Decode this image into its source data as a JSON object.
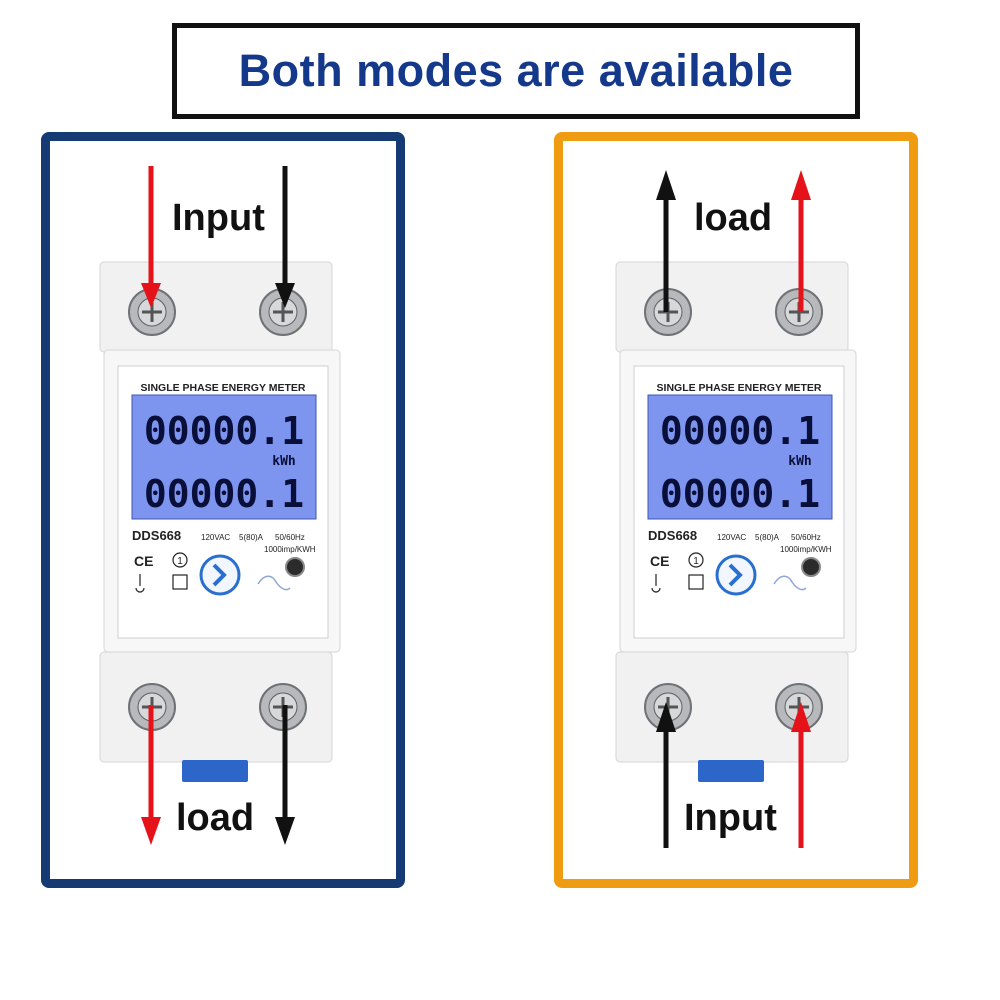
{
  "title": "Both modes are available",
  "colors": {
    "title_text": "#14388a",
    "left_border": "#163a74",
    "right_border": "#f09c12",
    "arrow_red": "#e6121a",
    "arrow_black": "#111111",
    "lcd_blue": "#7e95f0"
  },
  "left_panel": {
    "top_label": "Input",
    "bottom_label": "load"
  },
  "right_panel": {
    "top_label": "load",
    "bottom_label": "Input"
  },
  "meter": {
    "header": "SINGLE PHASE ENERGY METER",
    "reading_top": "00000.1",
    "unit": "kWh",
    "reading_bottom": "00000.1",
    "model": "DDS668",
    "spec_voltage": "120VAC",
    "spec_current": "5(80)A",
    "spec_freq": "50/60Hz",
    "spec_imp": "1000imp/KWH",
    "ce_mark": "CE",
    "class_mark": "1"
  }
}
